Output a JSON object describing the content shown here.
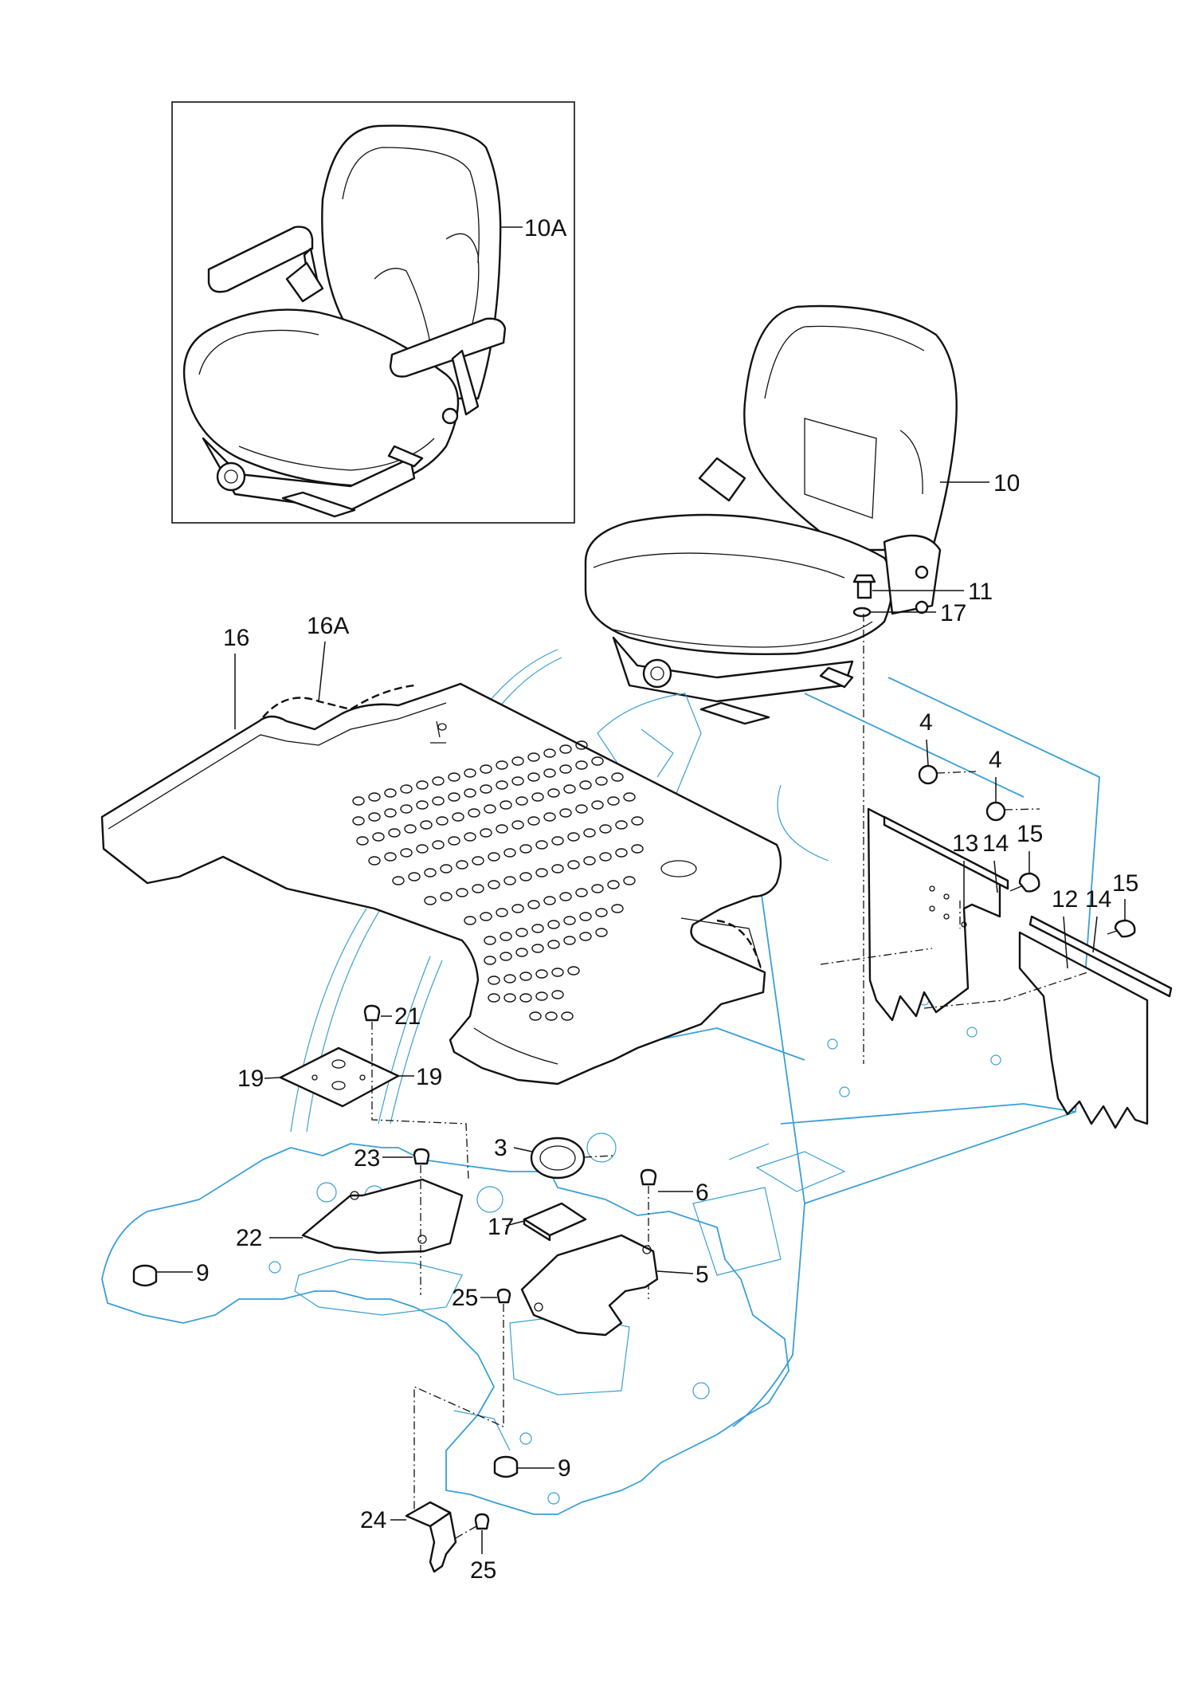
{
  "diagram": {
    "colors": {
      "line": "#111111",
      "floor_outline": "#3a9fd6",
      "background": "#ffffff"
    },
    "callouts": {
      "c3": "3",
      "c4a": "4",
      "c4b": "4",
      "c5": "5",
      "c6": "6",
      "c9a": "9",
      "c9b": "9",
      "c10": "10",
      "c10a": "10A",
      "c11": "11",
      "c12": "12",
      "c13": "13",
      "c14a": "14",
      "c14b": "14",
      "c15a": "15",
      "c15b": "15",
      "c16": "16",
      "c16a": "16A",
      "c17a": "17",
      "c17b": "17",
      "c19a": "19",
      "c19b": "19",
      "c21": "21",
      "c22": "22",
      "c23": "23",
      "c24": "24",
      "c25a": "25",
      "c25b": "25"
    }
  }
}
